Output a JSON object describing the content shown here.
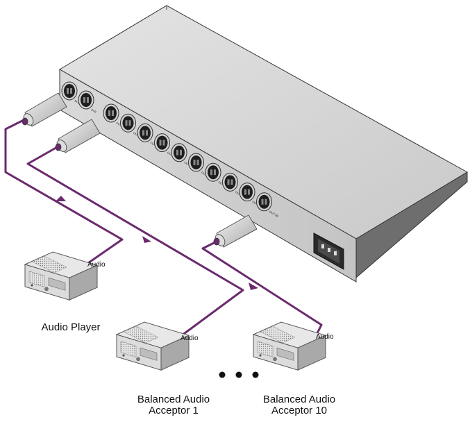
{
  "device": {
    "inputs": [
      "IN A",
      "IN B"
    ],
    "outputs": [
      "OUT 1A",
      "OUT 1B",
      "OUT 2A",
      "OUT 2B",
      "OUT 3A",
      "OUT 3B",
      "OUT 4A",
      "OUT 4B",
      "OUT 5A",
      "OUT 5B"
    ]
  },
  "cable_color": "#6b2a6e",
  "devices": {
    "player": {
      "label": "Audio Player",
      "port_label": "Audio"
    },
    "acceptor_1": {
      "line1": "Balanced Audio",
      "line2": "Acceptor 1",
      "port_label": "Audio"
    },
    "acceptor_10": {
      "line1": "Balanced Audio",
      "line2": "Acceptor 10",
      "port_label": "Audio"
    }
  }
}
